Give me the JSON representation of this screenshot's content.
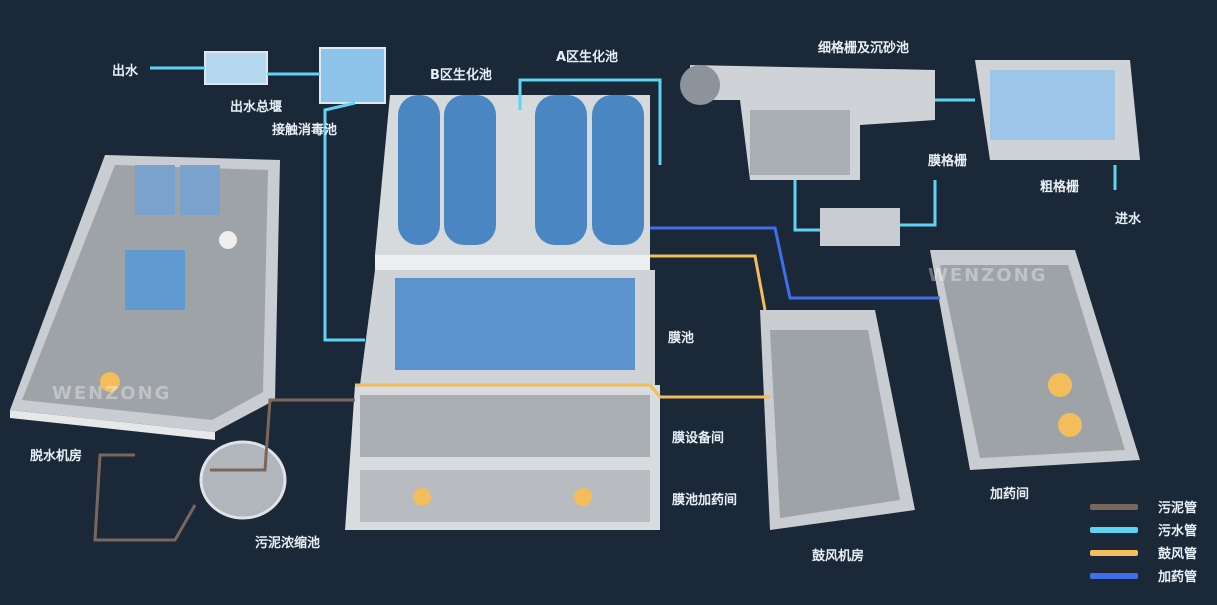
{
  "labels": {
    "outlet": "出水",
    "outlet_weir": "出水总堰",
    "disinfection": "接触消毒池",
    "bio_b": "B区生化池",
    "bio_a": "A区生化池",
    "fine_screen": "细格栅及沉砂池",
    "membrane_screen": "膜格栅",
    "coarse_screen": "粗格栅",
    "inlet": "进水",
    "membrane_tank": "膜池",
    "membrane_equipment": "膜设备间",
    "membrane_dosing": "膜池加药间",
    "blower_room": "鼓风机房",
    "dosing_room": "加药间",
    "dewatering_room": "脱水机房",
    "sludge_thickener": "污泥浓缩池"
  },
  "watermark": "WENZONG",
  "legend": [
    {
      "label": "污泥管",
      "color": "#7a675c"
    },
    {
      "label": "污水管",
      "color": "#5fd3f3"
    },
    {
      "label": "鼓风管",
      "color": "#f2bd5a"
    },
    {
      "label": "加药管",
      "color": "#3f6fe8"
    }
  ]
}
